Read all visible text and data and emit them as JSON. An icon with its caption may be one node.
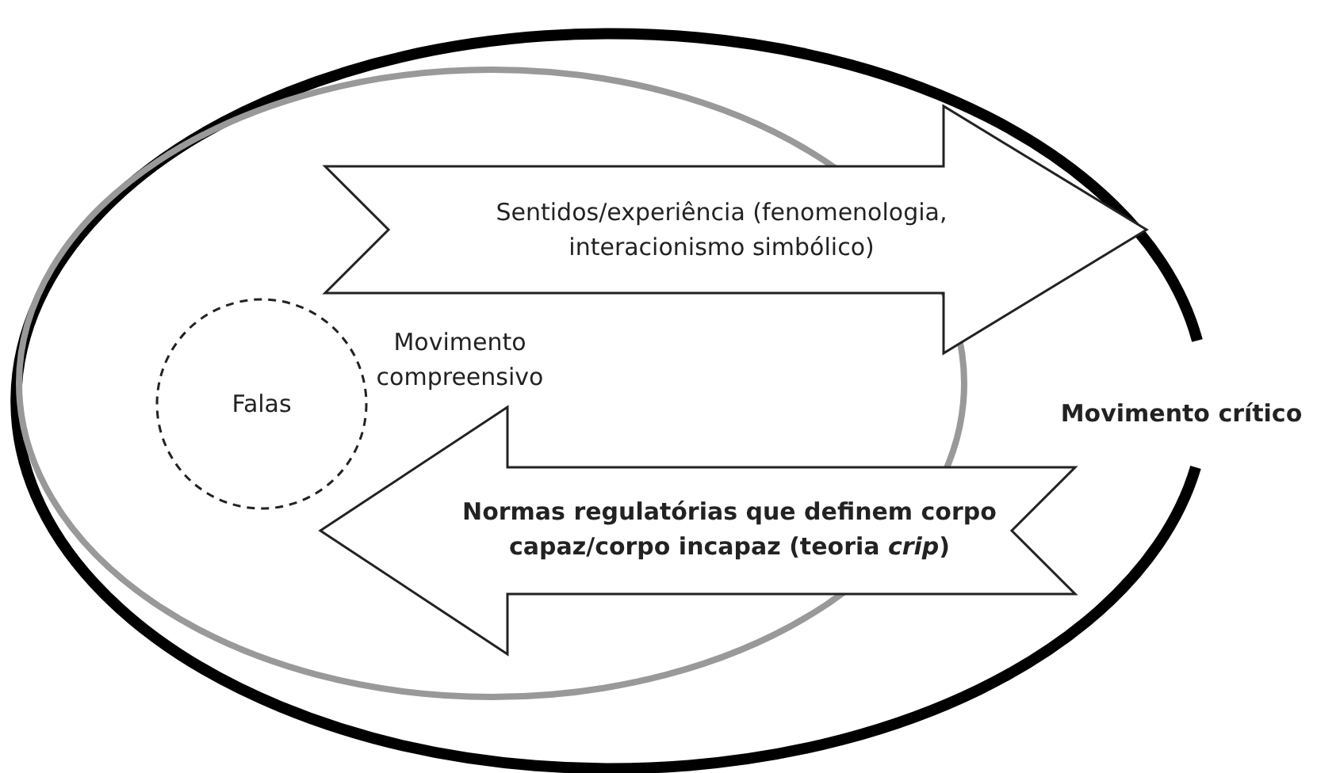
{
  "diagram": {
    "nodes": [
      {
        "text": [
          "Movimento crítico"
        ]
      },
      {
        "text": [
          "Movimento compreensivo"
        ],
        "in": 0
      },
      {
        "text": [
          "Sentidos/experiência (fenomenologia, interacionismo simbólico)"
        ],
        "in": 0
      },
      {
        "text": [
          "Falas"
        ],
        "in": 1
      },
      {
        "text": [
          "Normas regulatórias que definem corpo capaz/corpo incapaz (teoria *crip*)"
        ],
        "in": 0
      }
    ],
    "edges": []
  }
}
